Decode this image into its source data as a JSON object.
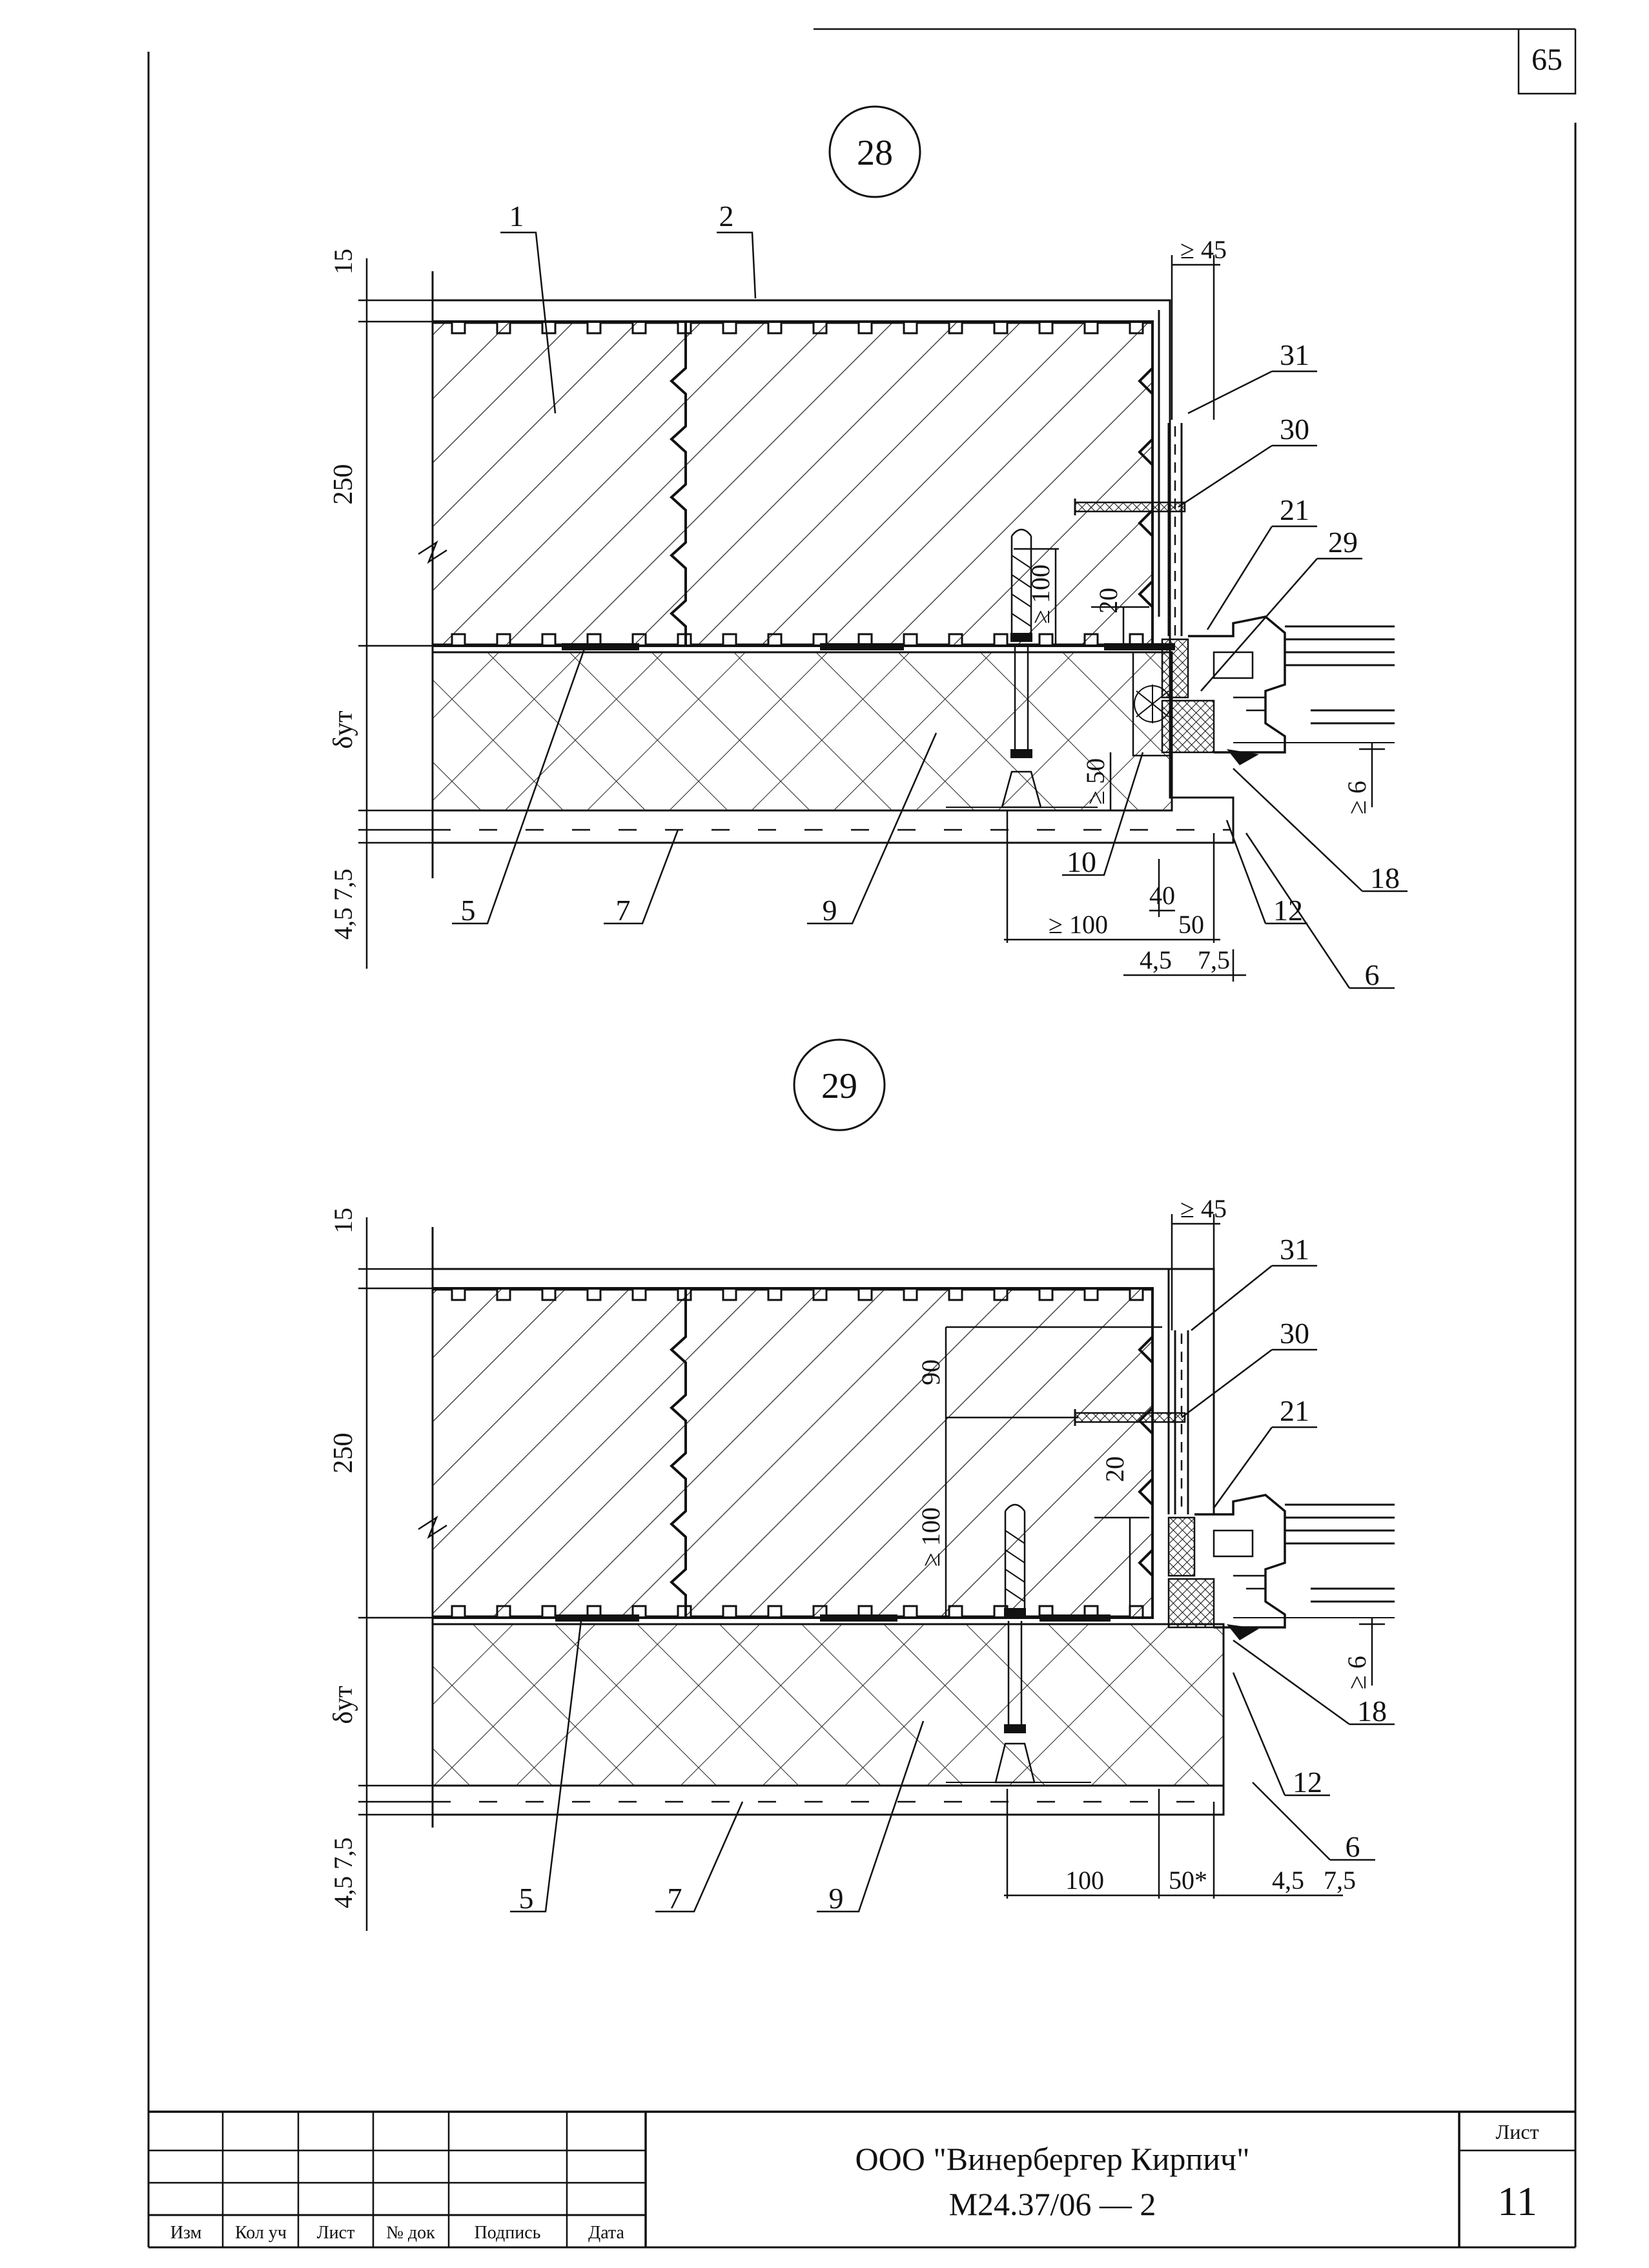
{
  "page_number": "65",
  "detail_28": {
    "number": "28",
    "callouts": [
      "1",
      "2",
      "31",
      "30",
      "21",
      "29",
      "5",
      "7",
      "9",
      "10",
      "18",
      "12",
      "6"
    ],
    "dims": {
      "top_15": "15",
      "wall_250": "250",
      "d_ut": "δут",
      "bottom_45_75": "4,5  7,5",
      "d_ge45": "≥ 45",
      "d_ge100_v": "≥ 100",
      "d_20": "20",
      "d_ge50": "≥ 50",
      "d_40": "40",
      "d_ge100_h": "≥ 100",
      "d_50": "50",
      "d_45": "4,5",
      "d_75": "7,5",
      "d_ge6": "≥ 6"
    }
  },
  "detail_29": {
    "number": "29",
    "callouts": [
      "31",
      "30",
      "21",
      "18",
      "12",
      "6",
      "5",
      "7",
      "9"
    ],
    "dims": {
      "top_15": "15",
      "wall_250": "250",
      "d_ut": "δут",
      "bottom_45_75": "4,5  7,5",
      "d_ge45": "≥ 45",
      "d_90": "90",
      "d_ge100": "≥ 100",
      "d_20": "20",
      "d_100": "100",
      "d_50s": "50*",
      "d_45": "4,5",
      "d_75": "7,5",
      "d_ge6": "≥ 6"
    }
  },
  "title_block": {
    "headers": [
      "Изм",
      "Кол уч",
      "Лист",
      "№ док",
      "Подпись",
      "Дата"
    ],
    "company": "ООО \"Винербергер Кирпич\"",
    "doc_code": "М24.37/06   —   2",
    "sheet_label": "Лист",
    "sheet_number": "11"
  }
}
